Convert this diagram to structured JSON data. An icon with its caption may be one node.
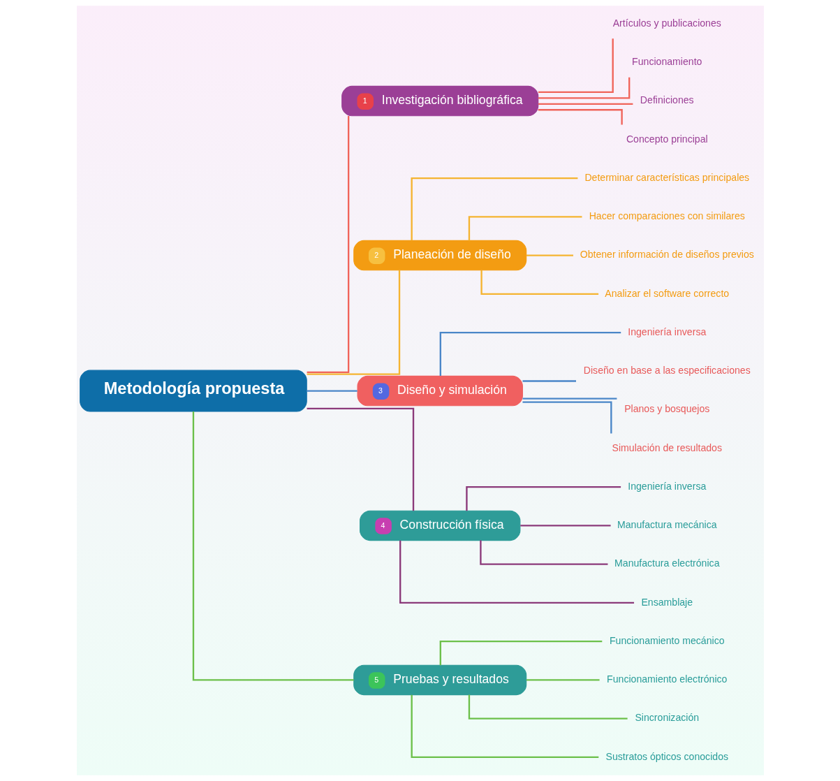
{
  "diagram": {
    "nodes": [
      {
        "text": [
          "Metodología propuesta"
        ]
      },
      {
        "text": [
          "1",
          "Investigación bibliográfica"
        ]
      },
      {
        "text": [
          "Artículos y publicaciones"
        ]
      },
      {
        "text": [
          "Funcionamiento"
        ]
      },
      {
        "text": [
          "Definiciones"
        ]
      },
      {
        "text": [
          "Concepto principal"
        ]
      },
      {
        "text": [
          "2",
          "Planeación de diseño"
        ]
      },
      {
        "text": [
          "Determinar características principales"
        ]
      },
      {
        "text": [
          "Hacer comparaciones con similares"
        ]
      },
      {
        "text": [
          "Obtener información de diseños previos"
        ]
      },
      {
        "text": [
          "Analizar el software correcto"
        ]
      },
      {
        "text": [
          "3",
          "Diseño y simulación"
        ]
      },
      {
        "text": [
          "Ingeniería inversa"
        ]
      },
      {
        "text": [
          "Diseño en base a las especificaciones"
        ]
      },
      {
        "text": [
          "Planos y bosquejos"
        ]
      },
      {
        "text": [
          "Simulación de resultados"
        ]
      },
      {
        "text": [
          "4",
          "Construcción física"
        ]
      },
      {
        "text": [
          "Ingeniería inversa"
        ]
      },
      {
        "text": [
          "Manufactura mecánica"
        ]
      },
      {
        "text": [
          "Manufactura electrónica"
        ]
      },
      {
        "text": [
          "Ensamblaje"
        ]
      },
      {
        "text": [
          "5",
          "Pruebas y resultados"
        ]
      },
      {
        "text": [
          "Funcionamiento mecánico"
        ]
      },
      {
        "text": [
          "Funcionamiento electrónico"
        ]
      },
      {
        "text": [
          "Sincronización"
        ]
      },
      {
        "text": [
          "Sustratos ópticos conocidos"
        ]
      }
    ],
    "edges": [
      {
        "from": 0,
        "to": 1,
        "arrow": "none",
        "color": "#f0645a"
      },
      {
        "from": 1,
        "to": 2,
        "arrow": "none",
        "color": "#f0645a"
      },
      {
        "from": 1,
        "to": 3,
        "arrow": "none",
        "color": "#f0645a"
      },
      {
        "from": 1,
        "to": 4,
        "arrow": "none",
        "color": "#f0645a"
      },
      {
        "from": 1,
        "to": 5,
        "arrow": "none",
        "color": "#f0645a"
      },
      {
        "from": 0,
        "to": 6,
        "arrow": "none",
        "color": "#f5b431"
      },
      {
        "from": 6,
        "to": 7,
        "arrow": "none",
        "color": "#f5b431"
      },
      {
        "from": 6,
        "to": 8,
        "arrow": "none",
        "color": "#f5b431"
      },
      {
        "from": 6,
        "to": 9,
        "arrow": "none",
        "color": "#f5b431"
      },
      {
        "from": 6,
        "to": 10,
        "arrow": "none",
        "color": "#f5b431"
      },
      {
        "from": 0,
        "to": 11,
        "arrow": "none",
        "color": "#4a86c8"
      },
      {
        "from": 11,
        "to": 12,
        "arrow": "none",
        "color": "#4a86c8"
      },
      {
        "from": 11,
        "to": 13,
        "arrow": "none",
        "color": "#4a86c8"
      },
      {
        "from": 11,
        "to": 14,
        "arrow": "none",
        "color": "#4a86c8"
      },
      {
        "from": 11,
        "to": 15,
        "arrow": "none",
        "color": "#4a86c8"
      },
      {
        "from": 0,
        "to": 16,
        "arrow": "none",
        "color": "#8b3a7a"
      },
      {
        "from": 16,
        "to": 17,
        "arrow": "none",
        "color": "#8b3a7a"
      },
      {
        "from": 16,
        "to": 18,
        "arrow": "none",
        "color": "#8b3a7a"
      },
      {
        "from": 16,
        "to": 19,
        "arrow": "none",
        "color": "#8b3a7a"
      },
      {
        "from": 16,
        "to": 20,
        "arrow": "none",
        "color": "#8b3a7a"
      },
      {
        "from": 0,
        "to": 21,
        "arrow": "none",
        "color": "#6cc04a"
      },
      {
        "from": 21,
        "to": 22,
        "arrow": "none",
        "color": "#6cc04a"
      },
      {
        "from": 21,
        "to": 23,
        "arrow": "none",
        "color": "#6cc04a"
      },
      {
        "from": 21,
        "to": 24,
        "arrow": "none",
        "color": "#6cc04a"
      },
      {
        "from": 21,
        "to": 25,
        "arrow": "none",
        "color": "#6cc04a"
      }
    ]
  }
}
